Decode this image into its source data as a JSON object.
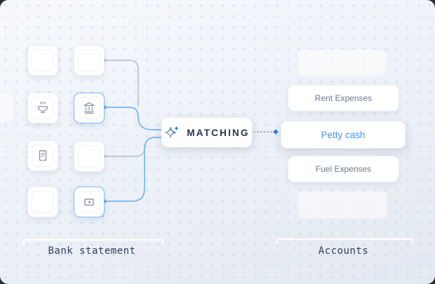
{
  "matching_node": {
    "label": "MATCHING",
    "icon": "sparkles-icon"
  },
  "bank_statement": {
    "label": "Bank statement",
    "cards": [
      {
        "pos": "row1-col1",
        "icon": "none",
        "highlighted": false
      },
      {
        "pos": "row1-col2",
        "icon": "none",
        "highlighted": false,
        "connector": "gray"
      },
      {
        "pos": "row2-col1",
        "icon": "coffee-cup-icon",
        "highlighted": false
      },
      {
        "pos": "row2-col2",
        "icon": "bank-building-icon",
        "highlighted": true,
        "connector": "blue"
      },
      {
        "pos": "row3-col1",
        "icon": "receipt-icon",
        "highlighted": false
      },
      {
        "pos": "row3-col2",
        "icon": "none",
        "highlighted": false,
        "connector": "gray"
      },
      {
        "pos": "row4-col1",
        "icon": "none",
        "highlighted": false
      },
      {
        "pos": "row4-col2",
        "icon": "card-plus-icon",
        "highlighted": true,
        "connector": "blue"
      }
    ]
  },
  "accounts": {
    "label": "Accounts",
    "items": [
      {
        "label": "",
        "state": "faded"
      },
      {
        "label": "Rent Expenses",
        "state": "default"
      },
      {
        "label": "Petty cash",
        "state": "selected"
      },
      {
        "label": "Fuel Expenses",
        "state": "default"
      },
      {
        "label": "",
        "state": "faded"
      }
    ]
  },
  "colors": {
    "accent_blue": "#2e7fd8",
    "connector_blue": "#77b5f6",
    "connector_gray": "#b7c0cd",
    "selected_text": "#4793ec",
    "muted_text": "#6b7a8f",
    "dark_text": "#27344d",
    "card_border": "#e9eef6",
    "highlight_border": "#7fb8f8"
  }
}
